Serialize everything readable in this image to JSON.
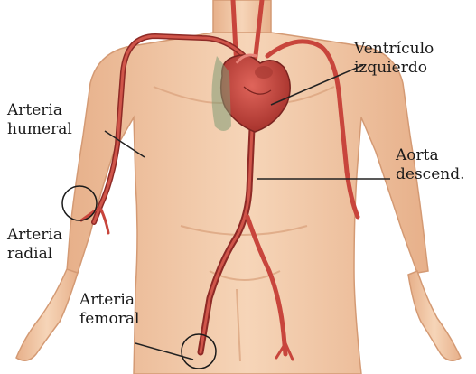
{
  "labels": {
    "humeral": [
      "Arteria",
      "humeral"
    ],
    "radial": [
      "Arteria",
      "radial"
    ],
    "femoral": [
      "Arteria",
      "femoral"
    ],
    "ventricle": [
      "Ventrículo",
      "izquierdo"
    ],
    "aorta": [
      "Aorta",
      "descend."
    ]
  },
  "colors": {
    "skin": "#f2c9a6",
    "skin_shade": "#e3a982",
    "artery": "#c8453c",
    "artery_dark": "#8e2a26",
    "heart": "#c23a32",
    "leader": "#222222"
  }
}
